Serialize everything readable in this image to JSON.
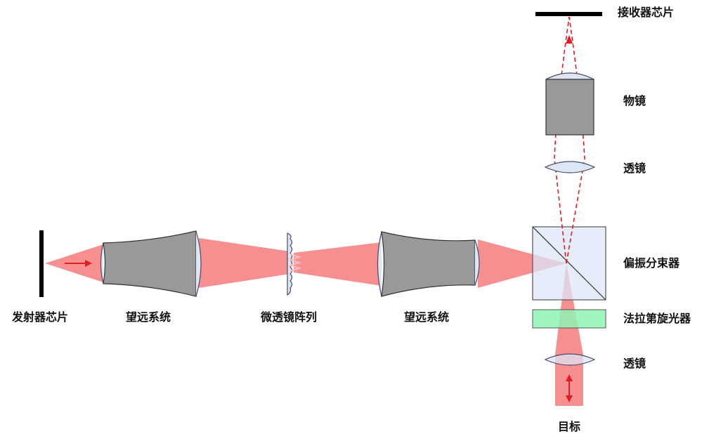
{
  "labels": {
    "emitter_chip": "发射器芯片",
    "telescope_1": "望远系统",
    "microlens_array": "微透镜阵列",
    "telescope_2": "望远系统",
    "receiver_chip": "接收器芯片",
    "objective": "物镜",
    "lens_upper": "透镜",
    "polarizing_beam_splitter": "偏振分束器",
    "faraday_rotator": "法拉第旋光器",
    "lens_lower": "透镜",
    "target": "目标"
  },
  "colors": {
    "beam": "#f47c7c",
    "beam_dark": "#e0303a",
    "arrow": "#e31b23",
    "lens_fill": "#dde6f7",
    "lens_stroke": "#4a4a6a",
    "barrel": "#999999",
    "cube_fill": "#dce6f8",
    "rotator_fill": "#8ff5b4",
    "chip": "#000000"
  }
}
